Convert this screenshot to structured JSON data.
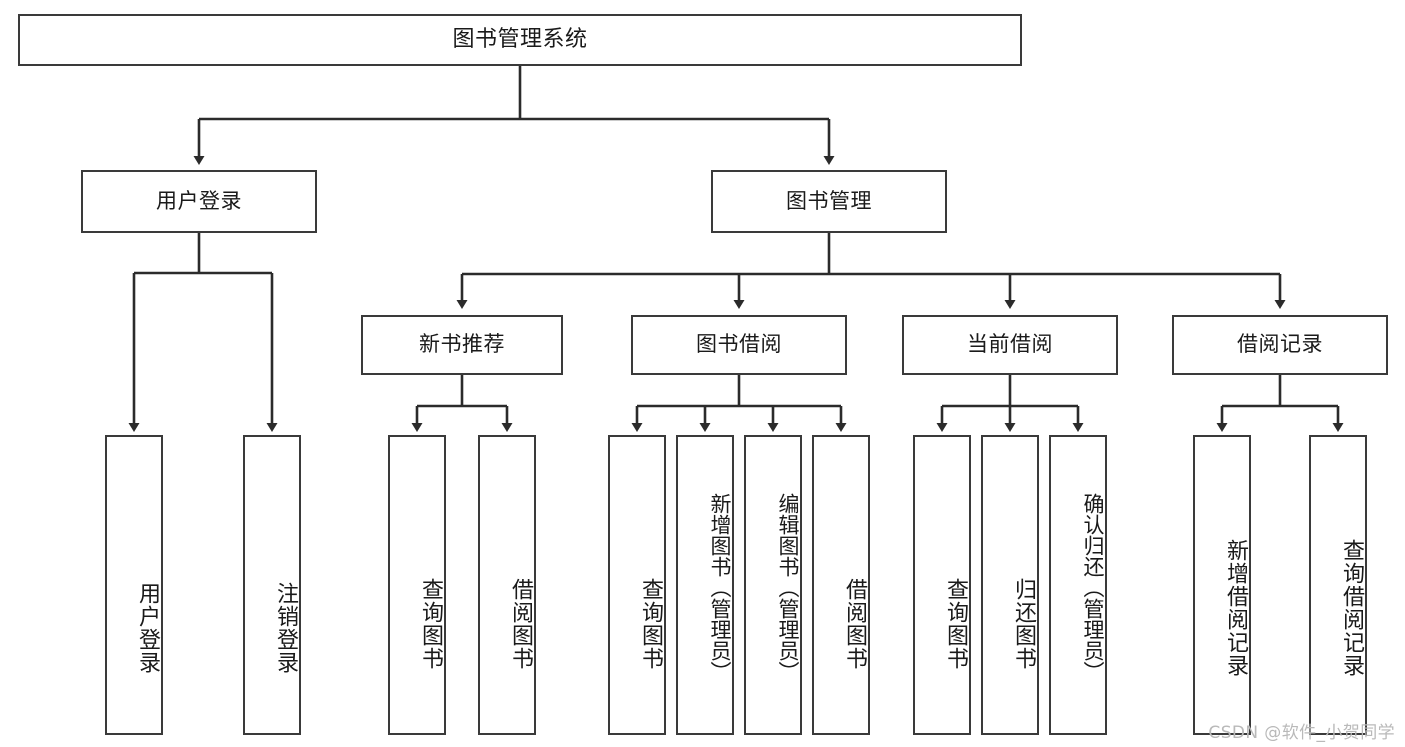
{
  "diagram": {
    "type": "tree-hierarchy",
    "title": "图书管理系统",
    "orientation": "top-down",
    "colors": {
      "background": "#ffffff",
      "box_border": "#3a3a3a",
      "box_fill": "#ffffff",
      "connector": "#2b2b2b",
      "text": "#1a1a1a",
      "watermark": "#b9b9b9"
    },
    "root": {
      "id": "root",
      "label": "图书管理系统"
    },
    "level2": [
      {
        "id": "user-login",
        "label": "用户登录"
      },
      {
        "id": "book-manage",
        "label": "图书管理"
      }
    ],
    "level3": [
      {
        "id": "new-book-recommend",
        "label": "新书推荐",
        "parent": "book-manage"
      },
      {
        "id": "book-borrow",
        "label": "图书借阅",
        "parent": "book-manage"
      },
      {
        "id": "current-borrow",
        "label": "当前借阅",
        "parent": "book-manage"
      },
      {
        "id": "borrow-record",
        "label": "借阅记录",
        "parent": "book-manage"
      }
    ],
    "leaves": {
      "user-login": [
        {
          "id": "leaf-user-login",
          "label": "用户登录"
        },
        {
          "id": "leaf-logout",
          "label": "注销登录"
        }
      ],
      "new-book-recommend": [
        {
          "id": "leaf-query-book-1",
          "label": "查询图书"
        },
        {
          "id": "leaf-borrow-book-1",
          "label": "借阅图书"
        }
      ],
      "book-borrow": [
        {
          "id": "leaf-query-book-2",
          "label": "查询图书"
        },
        {
          "id": "leaf-add-book",
          "label": "新增图书（管理员）"
        },
        {
          "id": "leaf-edit-book",
          "label": "编辑图书（管理员）"
        },
        {
          "id": "leaf-borrow-book-2",
          "label": "借阅图书"
        }
      ],
      "current-borrow": [
        {
          "id": "leaf-query-book-3",
          "label": "查询图书"
        },
        {
          "id": "leaf-return-book",
          "label": "归还图书"
        },
        {
          "id": "leaf-confirm-return",
          "label": "确认归还（管理员）"
        }
      ],
      "borrow-record": [
        {
          "id": "leaf-add-record",
          "label": "新增借阅记录"
        },
        {
          "id": "leaf-query-record",
          "label": "查询借阅记录"
        }
      ]
    }
  },
  "watermark": {
    "text": "CSDN @软件_小贺同学"
  }
}
